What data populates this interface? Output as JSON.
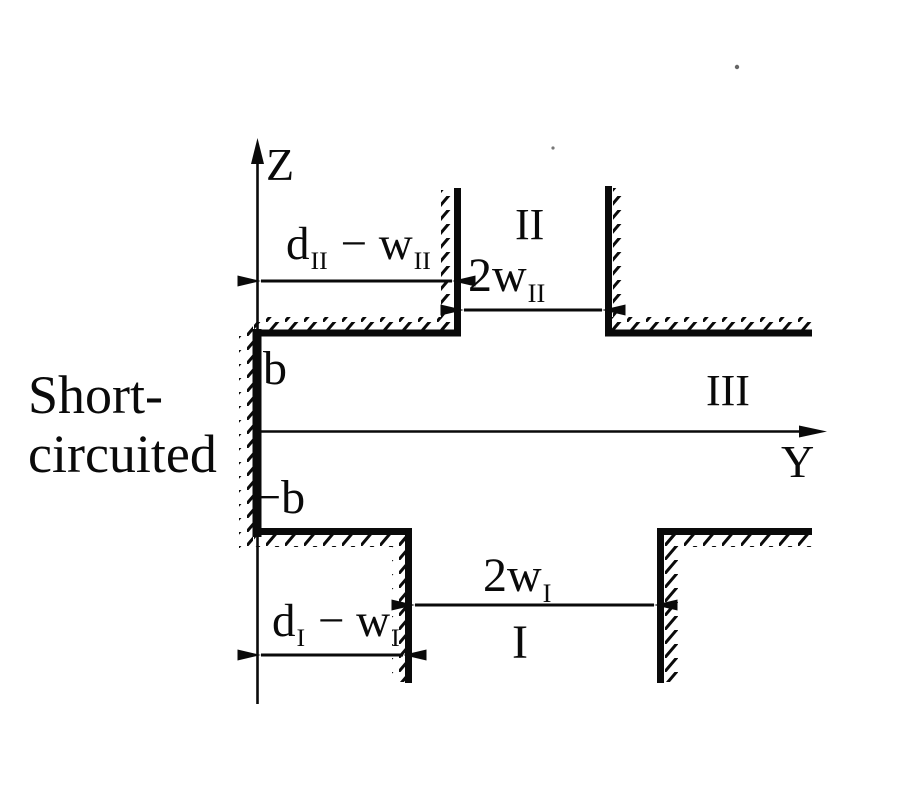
{
  "colors": {
    "ink": "#0a0a0a",
    "background": "#ffffff"
  },
  "axes": {
    "vertical": "Z",
    "horizontal": "Y"
  },
  "wall_annotation": {
    "lines": [
      "Short-",
      "circuited"
    ]
  },
  "levels": {
    "top": "b",
    "bottom": "−b"
  },
  "regions": {
    "top_slot": "II",
    "waveguide": "III",
    "bottom_slot": "I"
  },
  "dimensions": {
    "top_offset": {
      "p1": "d",
      "s1": "II",
      "p2": " − w",
      "s2": "II"
    },
    "top_slot_width": {
      "p1": "2w",
      "s1": "II"
    },
    "bottom_slot_width": {
      "p1": "2w",
      "s1": "I"
    },
    "bottom_offset": {
      "p1": "d",
      "s1": "I",
      "p2": " − w",
      "s2": "I"
    }
  }
}
